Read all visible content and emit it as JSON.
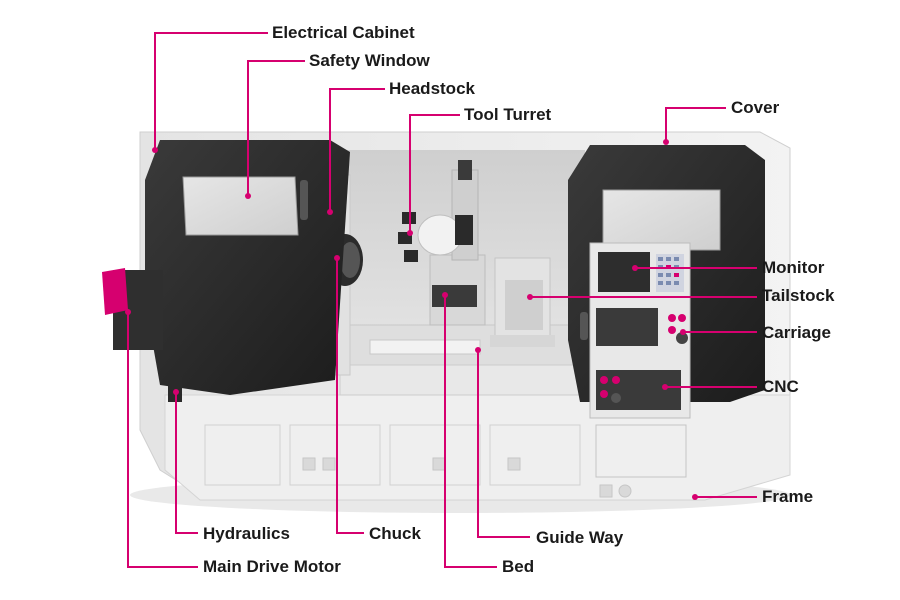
{
  "accent_color": "#d6006f",
  "labels": {
    "electrical_cabinet": "Electrical Cabinet",
    "safety_window": "Safety Window",
    "headstock": "Headstock",
    "tool_turret": "Tool Turret",
    "cover": "Cover",
    "monitor": "Monitor",
    "tailstock": "Tailstock",
    "carriage": "Carriage",
    "cnc": "CNC",
    "frame": "Frame",
    "hydraulics": "Hydraulics",
    "chuck": "Chuck",
    "guide_way": "Guide Way",
    "main_drive_motor": "Main Drive Motor",
    "bed": "Bed"
  }
}
